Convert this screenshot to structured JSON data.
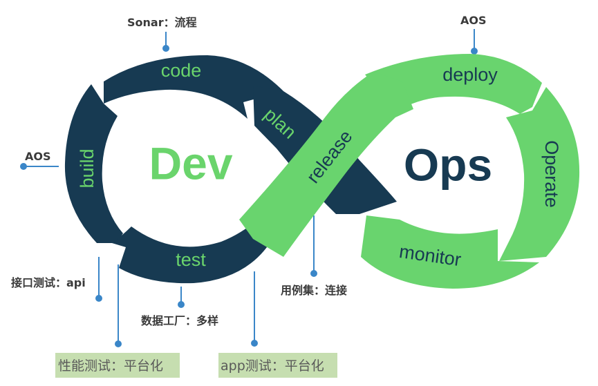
{
  "diagram": {
    "dev_label": "Dev",
    "ops_label": "Ops",
    "segments": {
      "code": "code",
      "build": "build",
      "test": "test",
      "plan": "plan",
      "release": "release",
      "deploy": "deploy",
      "operate": "Operate",
      "monitor": "monitor"
    },
    "annotations": {
      "sonar": "Sonar：流程",
      "aos_left": "AOS",
      "aos_right": "AOS",
      "api_test": "接口测试：api",
      "data_factory": "数据工厂：多样",
      "perf_test": "性能测试：平台化",
      "app_test": "app测试：平台化",
      "case_set": "用例集：连接"
    }
  },
  "colors": {
    "dev_navy": "#173a52",
    "ops_green": "#69d46e",
    "text_green": "#6ad46c",
    "text_navy": "#173a52",
    "connector_blue": "#3a86c8",
    "highlight_box": "#c6deb0",
    "annotation_text": "#3a3a3a"
  }
}
